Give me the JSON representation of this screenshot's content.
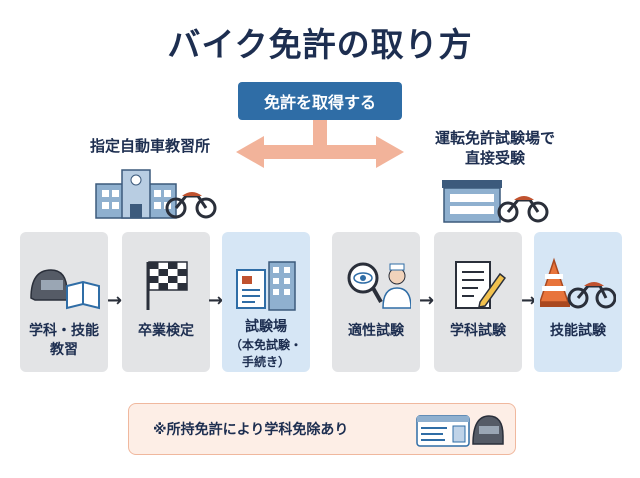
{
  "title": "バイク免許の取り方",
  "center_label": "免許を取得する",
  "left_route": {
    "label": "指定自動車教習所"
  },
  "right_route": {
    "label_line1": "運転免許試験場で",
    "label_line2": "直接受験"
  },
  "steps": [
    {
      "line1": "学科・技能",
      "line2": "教習",
      "icon": "helmet-book-icon"
    },
    {
      "line1": "卒業検定",
      "icon": "checkered-flag-icon"
    },
    {
      "line1": "試験場",
      "sub1": "（本免試験・",
      "sub2": "手続き）",
      "icon": "document-building-icon"
    },
    {
      "line1": "適性試験",
      "icon": "eye-doctor-icon"
    },
    {
      "line1": "学科試験",
      "icon": "paper-pencil-icon"
    },
    {
      "line1": "技能試験",
      "icon": "cone-motorcycle-icon"
    }
  ],
  "chevron": "→",
  "note": "※所持免許により学科免除あり",
  "colors": {
    "primary": "#2f6da6",
    "arrow": "#f2b39a",
    "step_gray": "#e3e4e6",
    "step_blue": "#d6e6f5",
    "note_bg": "#fdeee6"
  }
}
